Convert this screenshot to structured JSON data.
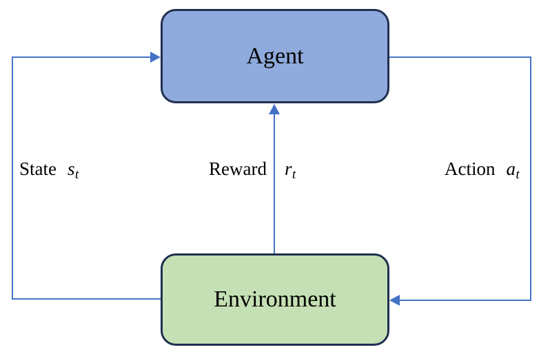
{
  "diagram": {
    "type": "flow-loop",
    "nodes": {
      "agent": {
        "label": "Agent",
        "fill": "#8FAADC",
        "border": "#1F2F50"
      },
      "environment": {
        "label": "Environment",
        "fill": "#C5E0B4",
        "border": "#1F2F50"
      }
    },
    "edges": {
      "state": {
        "word": "State",
        "symbol": "s",
        "subscript": "t",
        "from": "Environment",
        "to": "Agent"
      },
      "reward": {
        "word": "Reward",
        "symbol": "r",
        "subscript": "t",
        "from": "Environment",
        "to": "Agent"
      },
      "action": {
        "word": "Action",
        "symbol": "a",
        "subscript": "t",
        "from": "Agent",
        "to": "Environment"
      }
    },
    "colors": {
      "arrow": "#4472C4",
      "text": "#000000",
      "background": "#FFFFFF"
    }
  }
}
